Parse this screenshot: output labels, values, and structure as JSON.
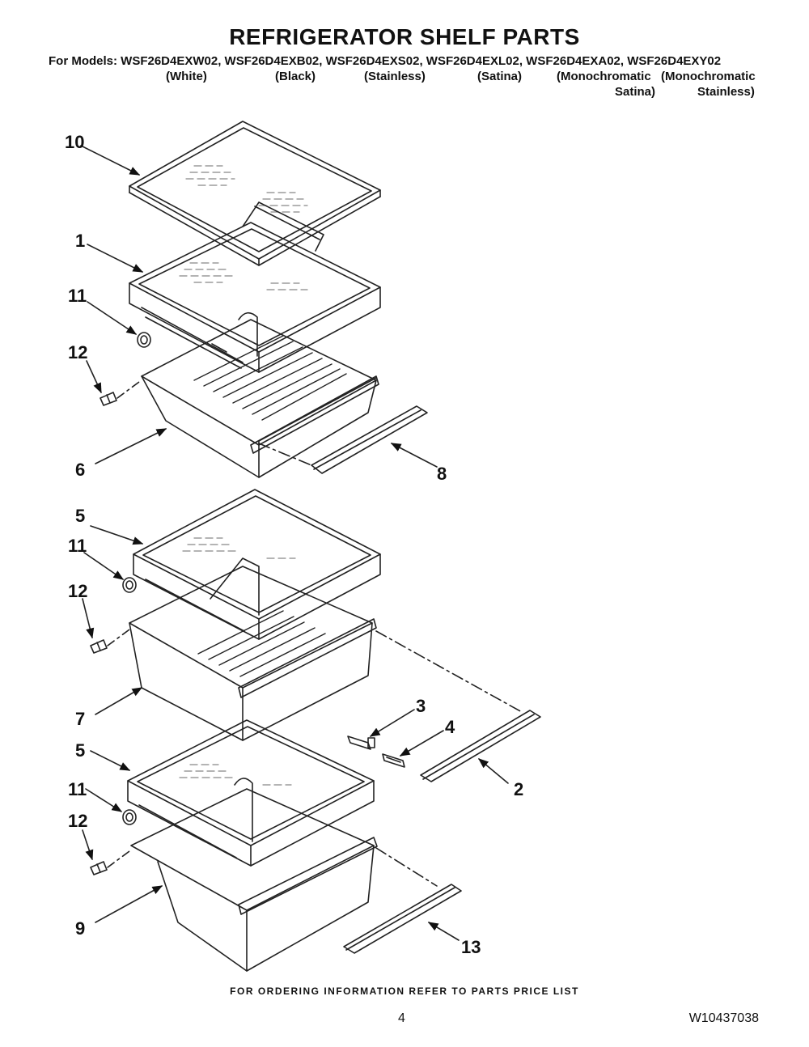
{
  "header": {
    "title": "REFRIGERATOR SHELF PARTS",
    "models_line": "For Models: WSF26D4EXW02, WSF26D4EXB02, WSF26D4EXS02, WSF26D4EXL02, WSF26D4EXA02, WSF26D4EXY02",
    "colors": [
      "(White)",
      "(Black)",
      "(Stainless)",
      "(Satina)",
      "(Monochromatic",
      "(Monochromatic"
    ],
    "colors_line2": [
      "Satina)",
      "Stainless)"
    ]
  },
  "callouts": [
    "10",
    "1",
    "11",
    "12",
    "6",
    "8",
    "5",
    "11",
    "12",
    "7",
    "3",
    "4",
    "2",
    "5",
    "11",
    "12",
    "9",
    "13"
  ],
  "footer": {
    "ordering_note": "FOR ORDERING INFORMATION REFER TO PARTS PRICE LIST",
    "page_number": "4",
    "document_number": "W10437038"
  }
}
